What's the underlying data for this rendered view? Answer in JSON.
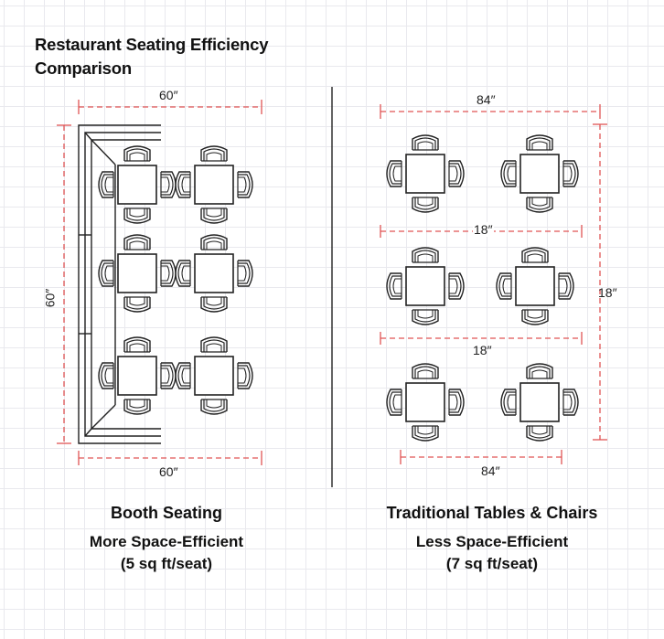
{
  "title": {
    "line1": "Restaurant Seating Efficiency",
    "line2": "Comparison"
  },
  "booth": {
    "dim_top": "60″",
    "dim_left": "60″",
    "dim_bottom": "60″",
    "heading": "Booth Seating",
    "efficiency": "More Space-Efficient",
    "rate": "(5 sq ft/seat)"
  },
  "traditional": {
    "dim_top": "84″",
    "dim_gap_1": "18″",
    "dim_gap_2": "18″",
    "dim_right": "18″",
    "dim_bottom": "84″",
    "heading": "Traditional Tables & Chairs",
    "efficiency": "Less Space-Efficient",
    "rate": "(7 sq ft/seat)"
  },
  "colors": {
    "dimension_line": "#e05555",
    "linework": "#222222",
    "grid": "#e9e9ee"
  }
}
